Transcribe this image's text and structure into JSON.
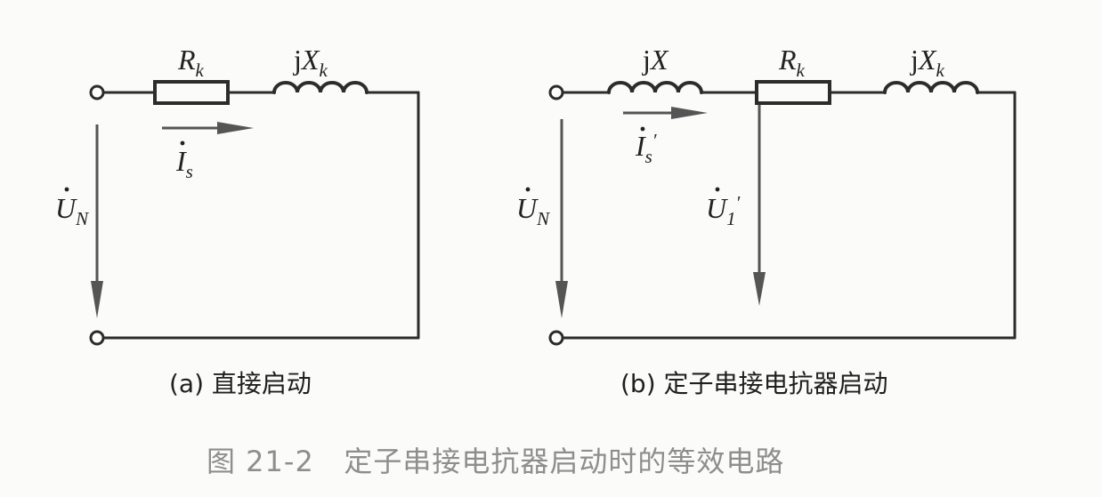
{
  "circuit_a": {
    "resistor_label": {
      "main": "R",
      "sub": "k"
    },
    "inductor_label": {
      "prefix": "j",
      "main": "X",
      "sub": "k"
    },
    "current_label": {
      "main": "I",
      "sub": "s"
    },
    "voltage_label": {
      "main": "U",
      "sub": "N"
    },
    "caption": "(a) 直接启动"
  },
  "circuit_b": {
    "inductor1_label": {
      "prefix": "j",
      "main": "X"
    },
    "resistor_label": {
      "main": "R",
      "sub": "k"
    },
    "inductor2_label": {
      "prefix": "j",
      "main": "X",
      "sub": "k"
    },
    "current_label": {
      "main": "I",
      "sub": "s",
      "prime": "′"
    },
    "voltage_label": {
      "main": "U",
      "sub": "N"
    },
    "voltage2_label": {
      "main": "U",
      "sub": "1",
      "prime": "′"
    },
    "caption": "(b) 定子串接电抗器启动"
  },
  "figure_caption": "图 21-2   定子串接电抗器启动时的等效电路"
}
